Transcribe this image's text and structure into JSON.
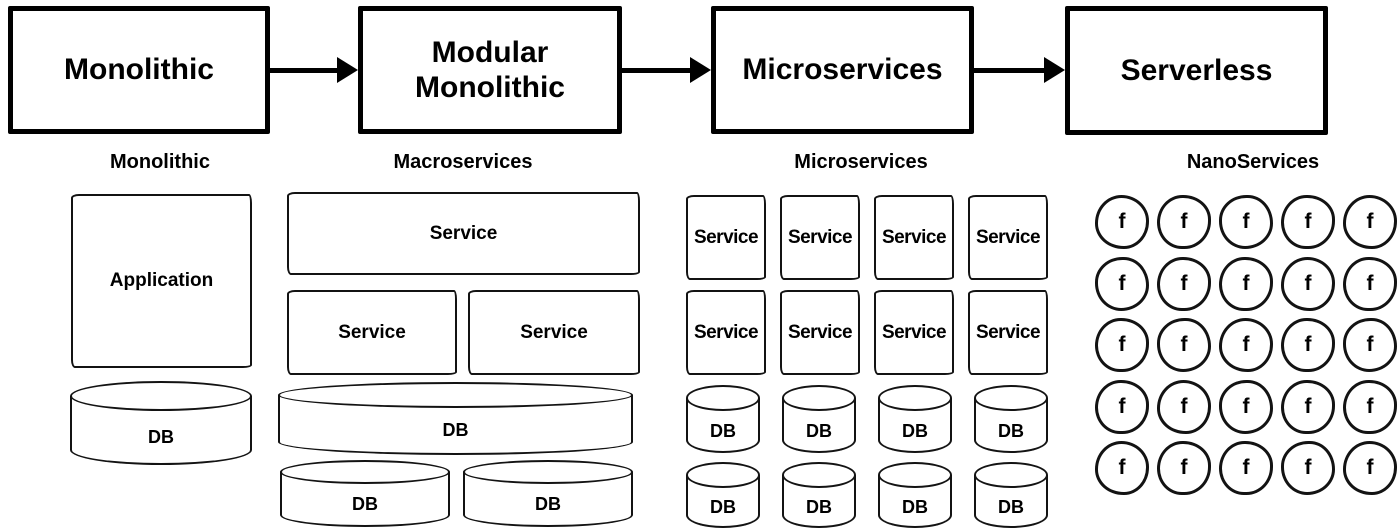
{
  "flow": {
    "stages": [
      "Monolithic",
      "Modular Monolithic",
      "Microservices",
      "Serverless"
    ]
  },
  "monolithic": {
    "heading": "Monolithic",
    "application_label": "Application",
    "db_label": "DB"
  },
  "macroservices": {
    "heading": "Macroservices",
    "service_label": "Service",
    "db_label": "DB"
  },
  "microservices": {
    "heading": "Microservices",
    "service_label": "Service",
    "db_label": "DB"
  },
  "nanoservices": {
    "heading": "NanoServices",
    "function_label": "f"
  },
  "colors": {
    "stroke": "#131313",
    "flow_stroke": "#000000",
    "background": "#ffffff",
    "text": "#000000"
  }
}
